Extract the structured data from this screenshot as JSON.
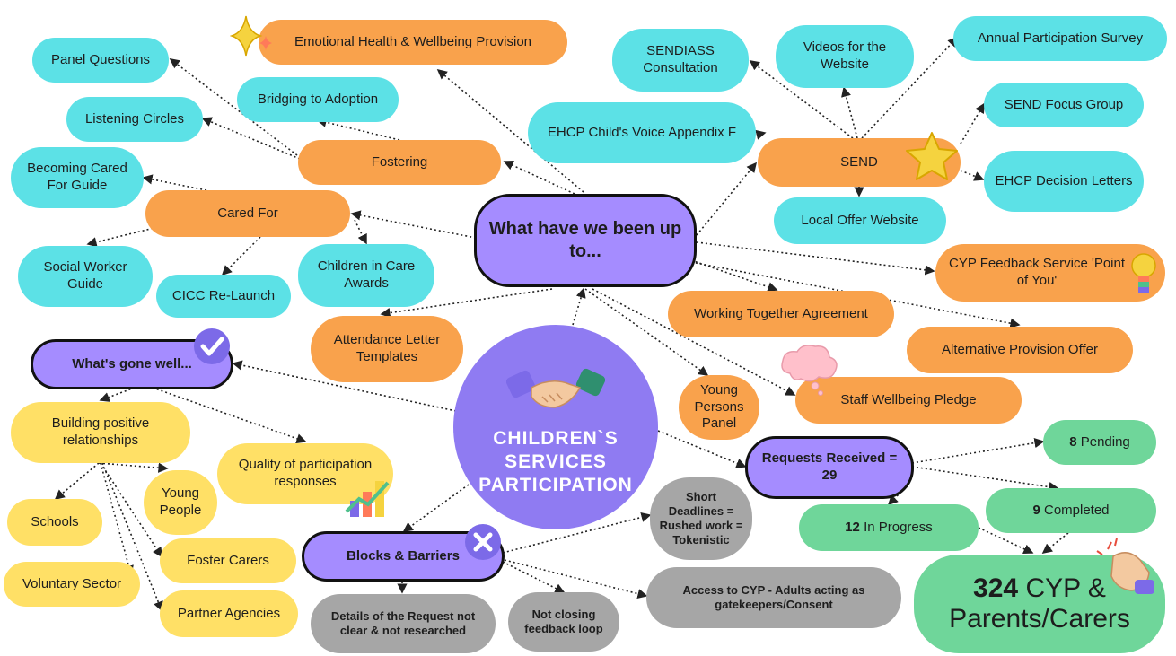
{
  "hub": {
    "label": "What have we been up to..."
  },
  "center": {
    "line1": "CHILDREN`S",
    "line2": "SERVICES",
    "line3": "PARTICIPATION"
  },
  "fostering": {
    "label": "Fostering",
    "children": [
      "Panel Questions",
      "Bridging to Adoption",
      "Listening Circles"
    ]
  },
  "emotional_health": {
    "label": "Emotional Health & Wellbeing Provision"
  },
  "cared_for": {
    "label": "Cared For",
    "children": [
      "Becoming Cared For Guide",
      "Social Worker Guide",
      "CICC Re-Launch",
      "Children in Care Awards"
    ]
  },
  "send": {
    "label": "SEND",
    "children": [
      "SENDIASS Consultation",
      "Videos for the Website",
      "Annual Participation Survey",
      "EHCP Child's Voice Appendix F",
      "SEND Focus Group",
      "EHCP Decision Letters",
      "Local Offer Website"
    ]
  },
  "projects": {
    "cyp_feedback": "CYP Feedback Service 'Point of You'",
    "working_together": "Working Together Agreement",
    "alternative_provision": "Alternative Provision Offer",
    "staff_wellbeing": "Staff Wellbeing Pledge",
    "young_persons_panel": "Young Persons Panel",
    "attendance_letter": "Attendance Letter Templates"
  },
  "gone_well": {
    "label": "What's gone well...",
    "building": "Building positive relationships",
    "quality": "Quality of participation responses",
    "partners": [
      "Schools",
      "Young People",
      "Foster Carers",
      "Voluntary Sector",
      "Partner Agencies"
    ]
  },
  "barriers": {
    "label": "Blocks & Barriers",
    "items": [
      "Short Deadlines = Rushed work = Tokenistic",
      "Access to CYP - Adults acting as gatekeepers/Consent",
      "Not closing feedback loop",
      "Details of the Request not clear & not researched"
    ]
  },
  "requests": {
    "label": "Requests Received = 29",
    "pending_num": "8",
    "pending_txt": " Pending",
    "progress_num": "12",
    "progress_txt": " In Progress",
    "completed_num": "9",
    "completed_txt": " Completed",
    "total_num": "324",
    "total_txt": " CYP &",
    "total_line2": "Parents/Carers"
  },
  "icons": [
    "sparkle-icon",
    "star-icon",
    "lightbulb-icon",
    "check-icon",
    "thought-cloud-icon",
    "handshake-icon",
    "growth-chart-icon",
    "cross-icon",
    "clapping-hands-icon"
  ],
  "colors": {
    "cyan": "#5ce1e6",
    "orange": "#f9a24c",
    "yellow": "#ffe066",
    "green": "#6fd69a",
    "grey": "#a6a6a6",
    "purple": "#a58cff"
  }
}
